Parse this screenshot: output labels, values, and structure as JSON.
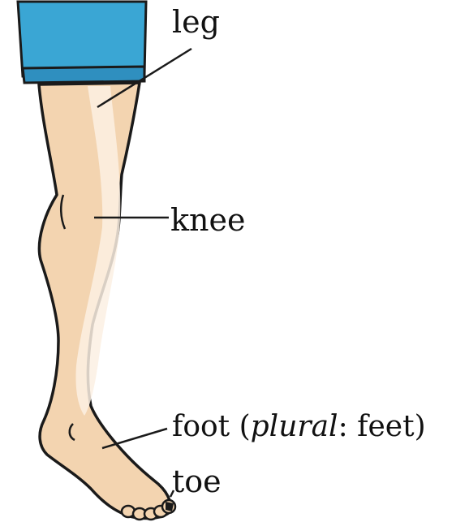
{
  "diagram": {
    "labels": {
      "leg": "leg",
      "knee": "knee",
      "foot": {
        "word": "foot",
        "open_paren": "(",
        "plural_word": "plural",
        "colon": ":",
        "plural_value": "feet",
        "close_paren": ")"
      },
      "toe": "toe"
    },
    "colors": {
      "shorts": "#3aa6d4",
      "shorts_hem": "#2f8fbf",
      "skin": "#f3d4b0",
      "skin_highlight": "#fbf0e3",
      "outline": "#1a1a1a"
    }
  }
}
